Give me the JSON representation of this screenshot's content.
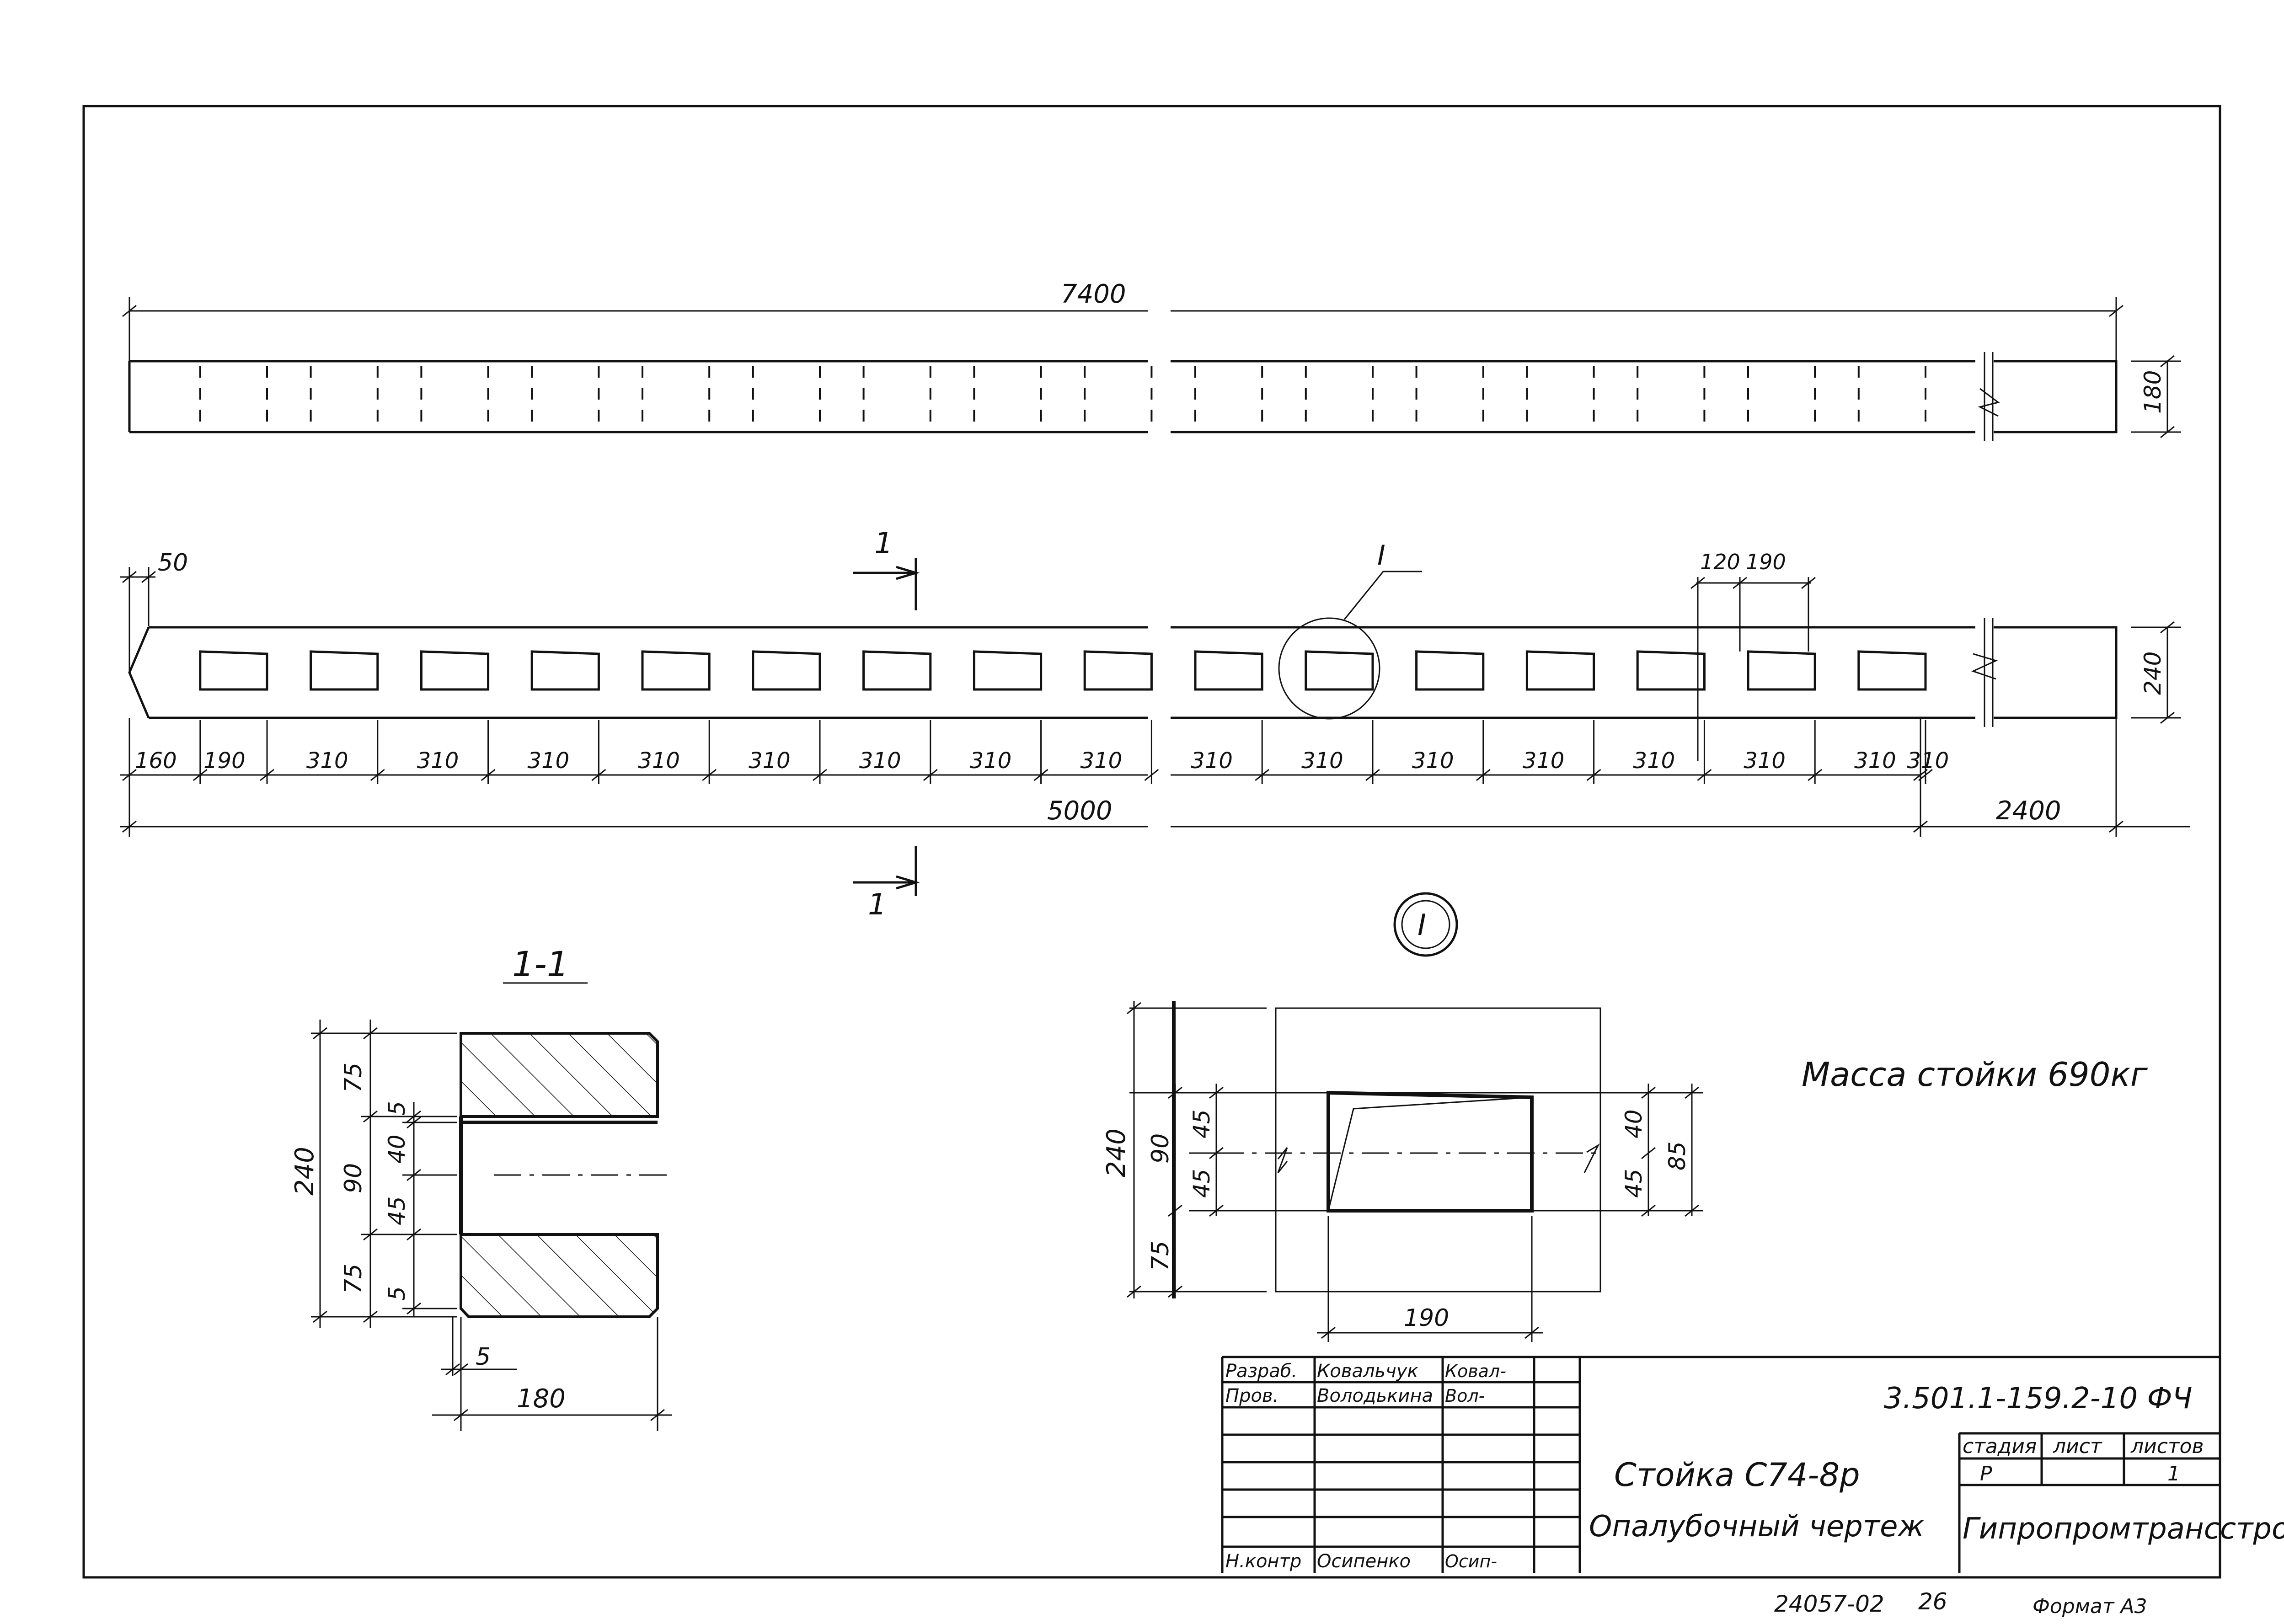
{
  "dimensions": {
    "total_length": "7400",
    "height_top_view": "180",
    "end_offset": "50",
    "first_offset": "160",
    "first_opening": "190",
    "pitch": "310",
    "pitch_count": 16,
    "rail_length": "5000",
    "tail_length": "2400",
    "height_front_view": "240",
    "gap": "120",
    "opening_width": "190"
  },
  "section": {
    "label": "1-1",
    "mark": "1",
    "height": "240",
    "d75_top": "75",
    "d90": "90",
    "d75_bottom": "75",
    "d5_top": "5",
    "d40": "40",
    "d45": "45",
    "d5_bottom": "5",
    "d5_horizontal": "5",
    "width": "180"
  },
  "detail": {
    "callout": "I",
    "height": "240",
    "d90": "90",
    "d75": "75",
    "d45a": "45",
    "d45b": "45",
    "d40": "40",
    "d45c": "45",
    "d85": "85",
    "width": "190"
  },
  "note": {
    "mass": "Масса стойки 690кг"
  },
  "title_block": {
    "designation": "3.501.1-159.2-10 ФЧ",
    "name_line1": "Стойка С74-8р",
    "name_line2": "Опалубочный чертеж",
    "stage_header": "стадия",
    "sheet_header": "лист",
    "sheets_header": "листов",
    "stage_value": "Р",
    "sheets_value": "1",
    "organization": "Гипропромтрансстрой",
    "rows": [
      {
        "role": "Разраб.",
        "name": "Ковальчук",
        "sign": "Ковал-"
      },
      {
        "role": "Пров.",
        "name": "Володькина",
        "sign": "Вол-"
      },
      {
        "role": "Н.контр",
        "name": "Осипенко",
        "sign": "Осип-"
      }
    ]
  },
  "footer": {
    "order_number": "24057-02",
    "page_number": "26",
    "format": "Формат А3"
  }
}
